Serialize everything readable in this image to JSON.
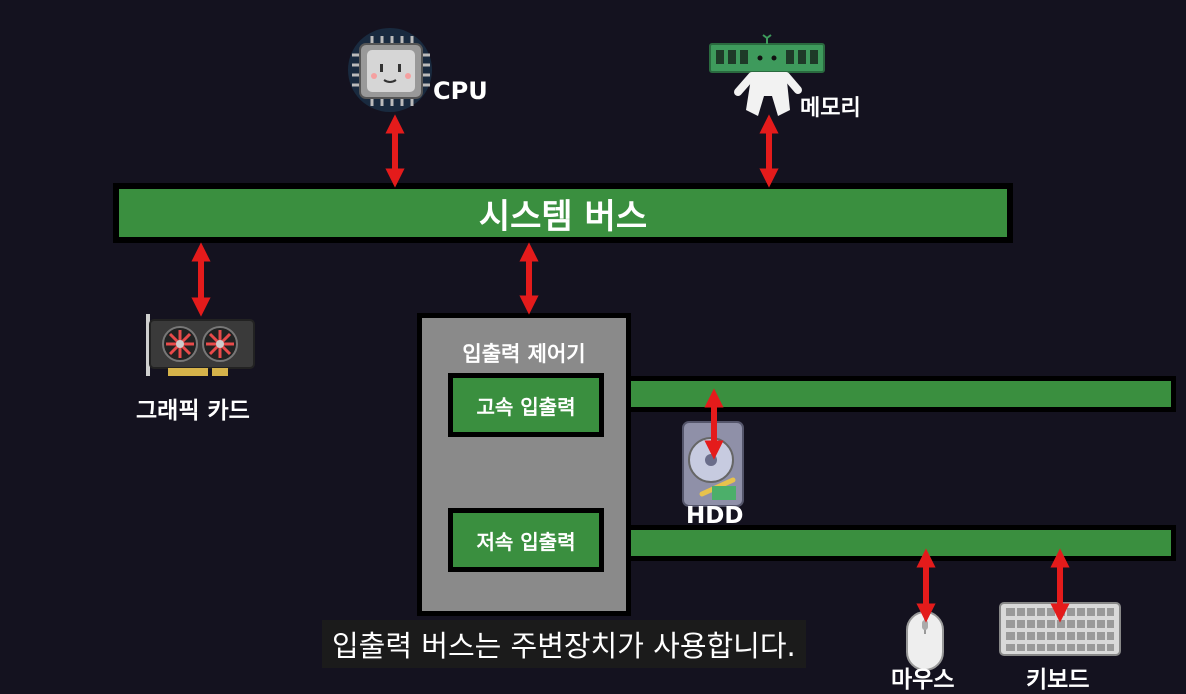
{
  "nodes": {
    "cpu": "CPU",
    "memory": "메모리",
    "system_bus": "시스템 버스",
    "graphics_card": "그래픽 카드",
    "io_controller": "입출력 제어기",
    "high_speed_io": "고속 입출력",
    "low_speed_io": "저속 입출력",
    "hdd": "HDD",
    "mouse": "마우스",
    "keyboard": "키보드"
  },
  "subtitle": "입출력 버스는 주변장치가 사용합니다.",
  "colors": {
    "background": "#14121f",
    "bus": "#3a8f3f",
    "controller": "#8a8a8a",
    "arrow": "#e41b1b"
  },
  "icons": [
    "cpu-chip-icon",
    "memory-stick-character-icon",
    "graphics-card-icon",
    "hdd-icon",
    "mouse-icon",
    "keyboard-icon"
  ]
}
